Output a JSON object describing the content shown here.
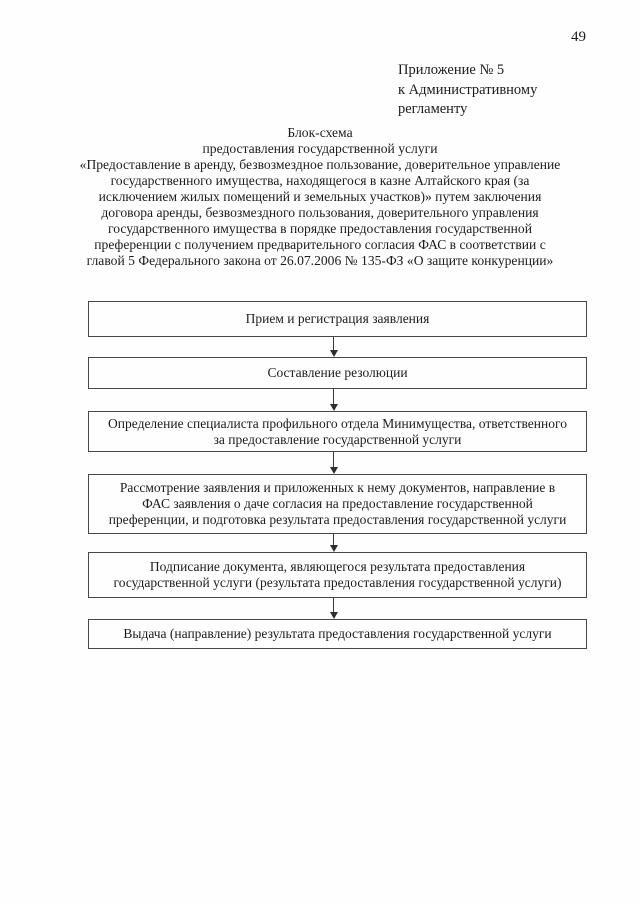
{
  "page": {
    "number": "49"
  },
  "appendix": {
    "lines": [
      "Приложение № 5",
      "к Административному",
      "регламенту"
    ]
  },
  "title": {
    "lines": [
      "Блок-схема",
      "предоставления государственной услуги",
      "«Предоставление в аренду, безвозмездное пользование, доверительное управление",
      "государственного имущества, находящегося в казне Алтайского края (за",
      "исключением жилых помещений и земельных участков)» путем заключения",
      "договора аренды, безвозмездного пользования, доверительного управления",
      "государственного имущества в порядке предоставления государственной",
      "преференции с получением предварительного согласия ФАС в соответствии с",
      "главой 5 Федерального закона от 26.07.2006 № 135-ФЗ «О защите конкуренции»"
    ]
  },
  "flowchart": {
    "boxes": [
      {
        "lines": [
          "Прием и регистрация заявления"
        ]
      },
      {
        "lines": [
          "Составление резолюции"
        ]
      },
      {
        "lines": [
          "Определение специалиста профильного отдела Минимущества, ответственного",
          "за предоставление государственной услуги"
        ]
      },
      {
        "lines": [
          "Рассмотрение заявления и приложенных к нему документов, направление в",
          "ФАС заявления о даче согласия на предоставление государственной",
          "преференции, и подготовка результата предоставления государственной услуги"
        ]
      },
      {
        "lines": [
          "Подписание документа, являющегося результата предоставления",
          "государственной услуги (результата предоставления государственной услуги)"
        ]
      },
      {
        "lines": [
          "Выдача (направление) результата предоставления государственной услуги"
        ]
      }
    ]
  },
  "colors": {
    "text": "#1c1c1c",
    "border": "#474747",
    "background": "#fefefe"
  }
}
